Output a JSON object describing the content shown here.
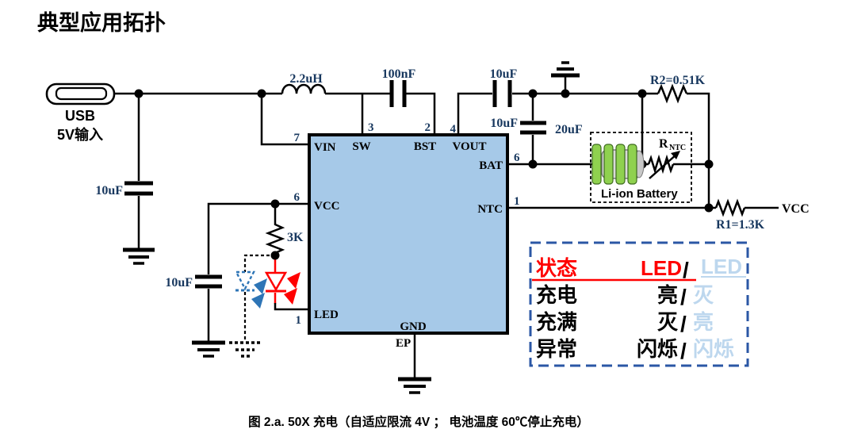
{
  "title": "典型应用拓扑",
  "caption": "图 2.a.  50X 充电（自适应限流 4V ； 电池温度 60℃停止充电）",
  "usb": {
    "line1": "USB",
    "line2": "5V输入"
  },
  "ic": {
    "pins": {
      "vin": "VIN",
      "sw": "SW",
      "bst": "BST",
      "vout": "VOUT",
      "bat": "BAT",
      "vcc": "VCC",
      "ntc": "NTC",
      "led": "LED",
      "gnd": "GND",
      "ep": "EP"
    },
    "pin_numbers": {
      "vin": "7",
      "sw": "3",
      "bst": "2",
      "vout": "4",
      "bat": "6",
      "vcc": "6",
      "ntc": "1",
      "led": "1"
    }
  },
  "components": {
    "inductor": "2.2uH",
    "cap_bst": "100nF",
    "cap_in": "10uF",
    "cap_out_series": "10uF",
    "cap_out_left": "10uF",
    "cap_out_right": "20uF",
    "cap_vcc": "10uF",
    "r_led": "3K",
    "r2": "R2=0.51K",
    "r1": "R1=1.3K",
    "r_ntc_main": "R",
    "r_ntc_sub": "NTC",
    "vcc_net": "VCC",
    "battery": "Li-ion Battery"
  },
  "legend": {
    "rows": [
      {
        "label": "状态",
        "left": "LED",
        "slash": "/",
        "right": "LED"
      },
      {
        "label": "充电",
        "left": "亮",
        "slash": "/",
        "right": "灭"
      },
      {
        "label": "充满",
        "left": "灭",
        "slash": "/",
        "right": "亮"
      },
      {
        "label": "异常",
        "left": "闪烁",
        "slash": "/",
        "right": "闪烁"
      }
    ]
  },
  "colors": {
    "ic_fill": "#A6C9E8",
    "label_navy": "#17375E",
    "led_red": "#FF0000",
    "led_blue": "#2E75B6",
    "legend_blue_text": "#BDD7EE",
    "legend_border": "#2B57A5",
    "battery_green": "#8FD14F"
  }
}
